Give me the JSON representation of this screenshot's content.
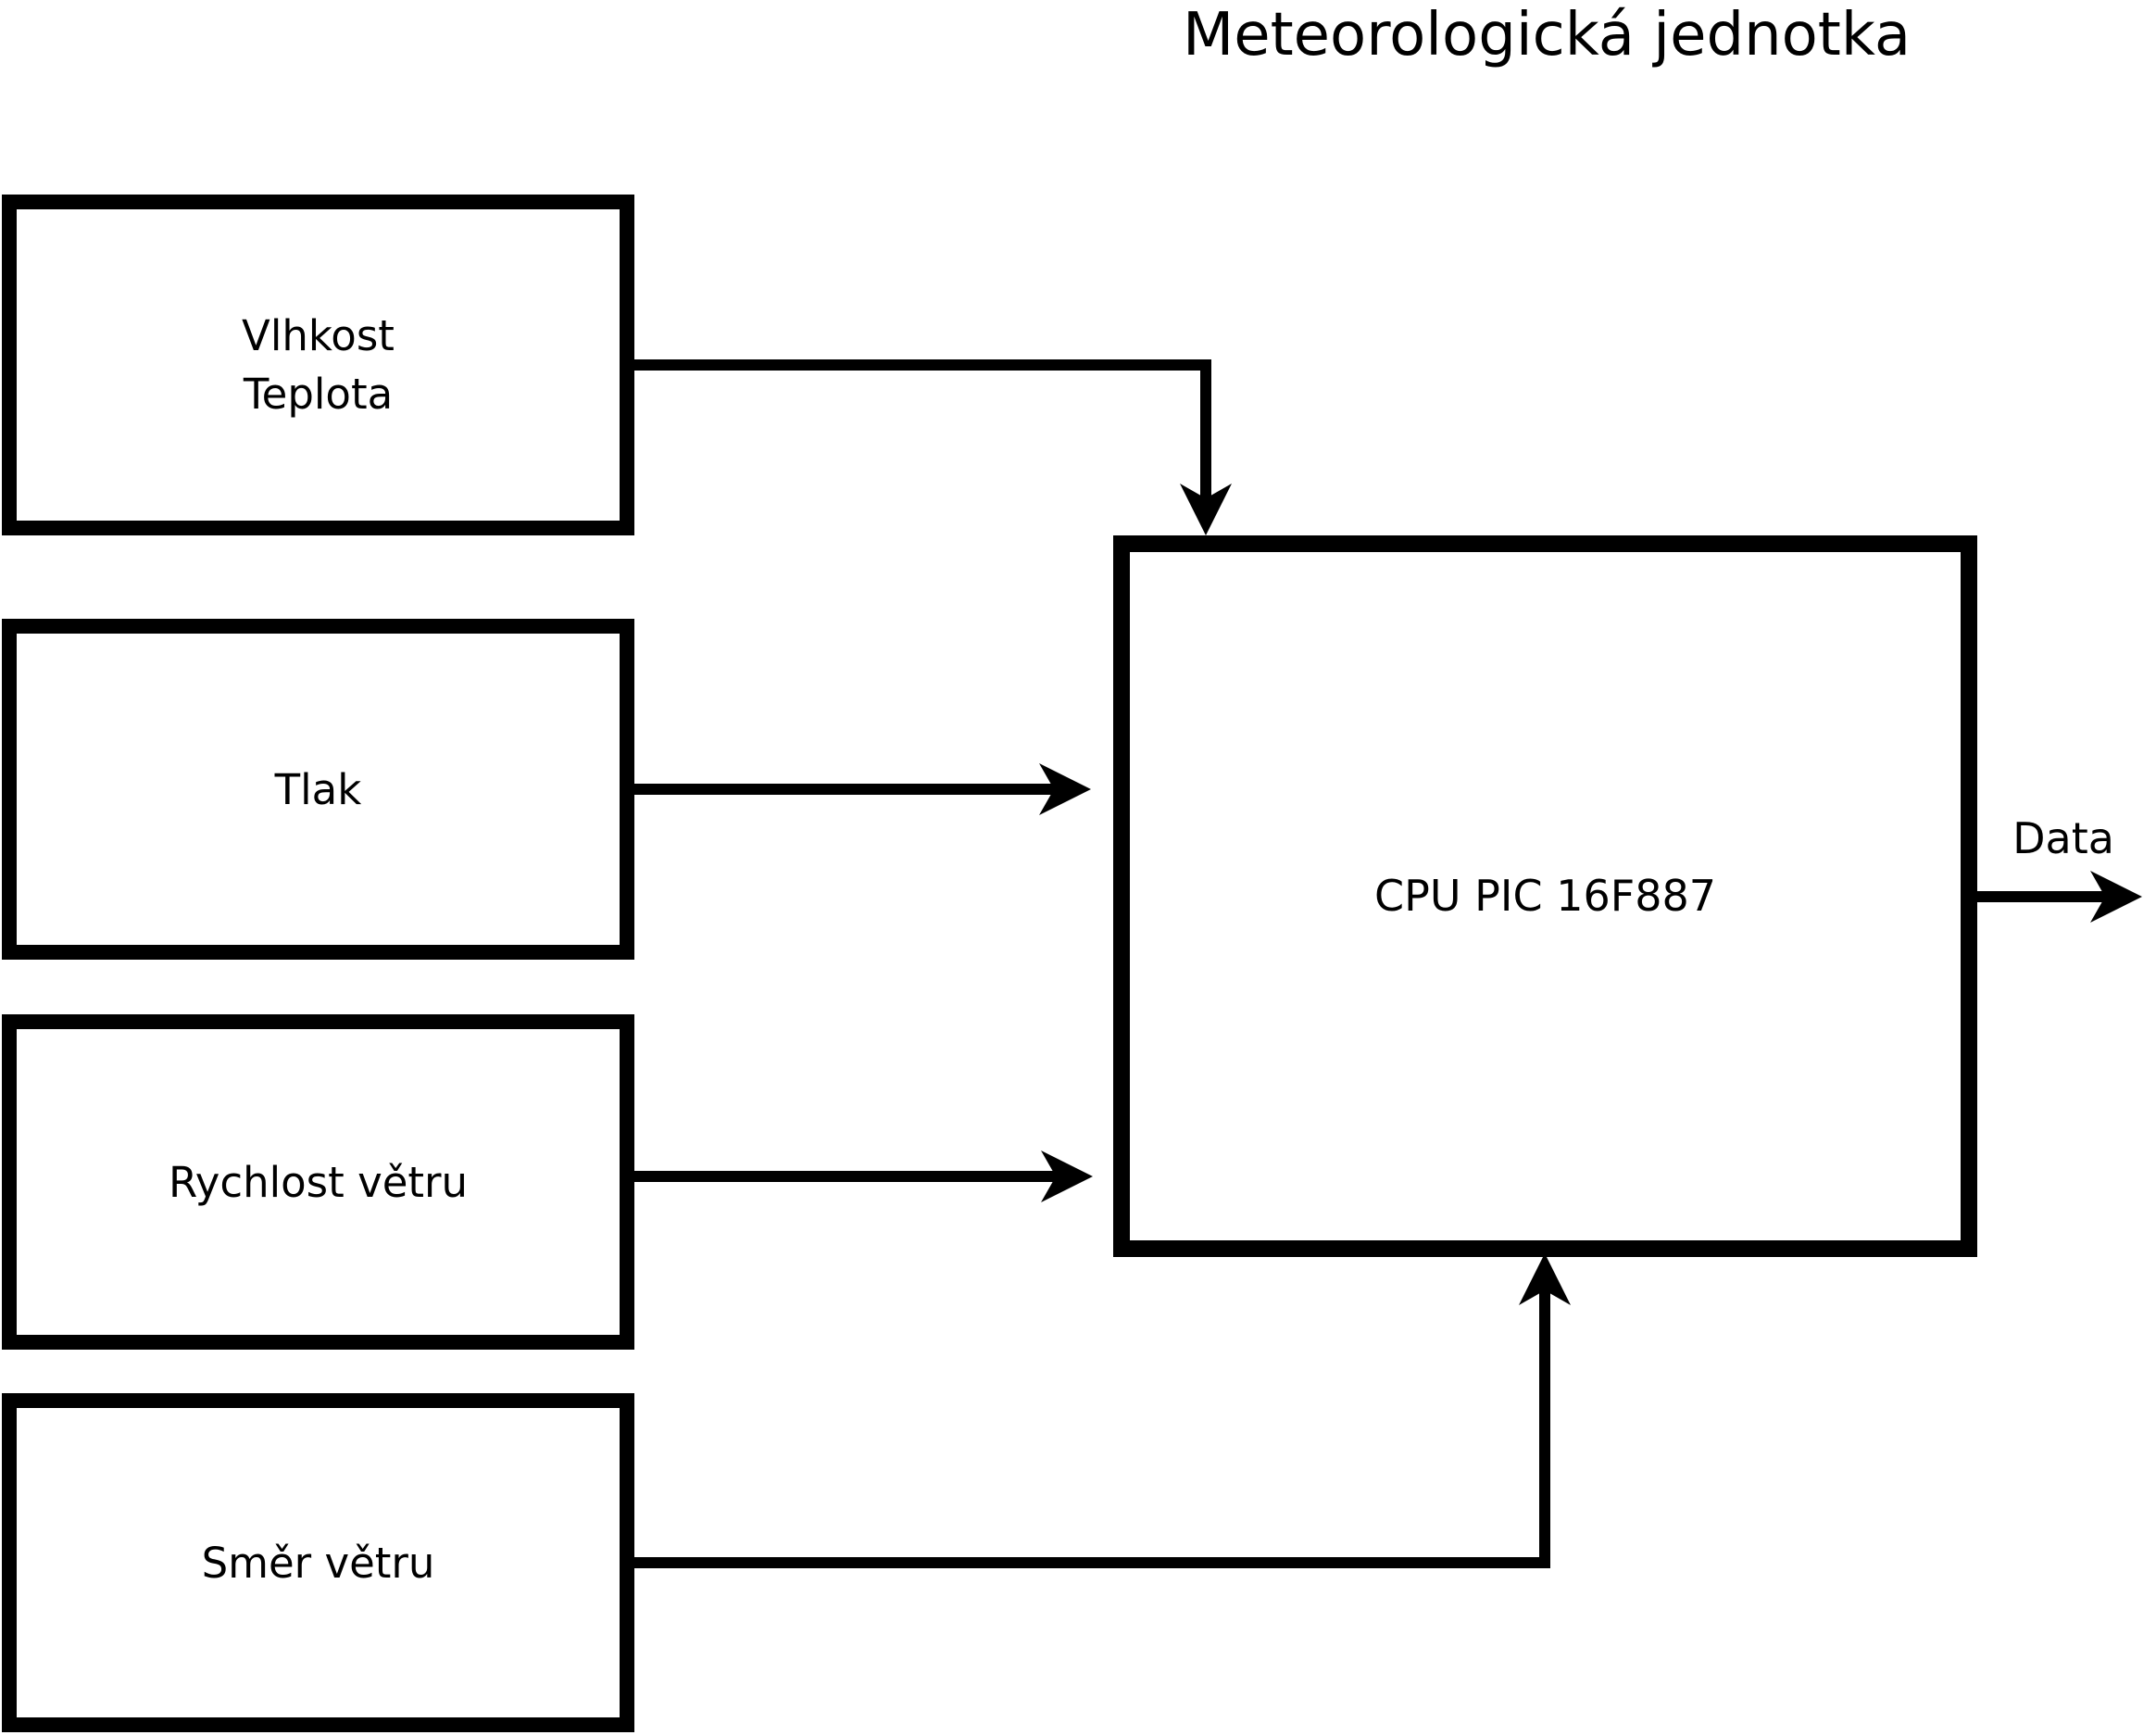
{
  "title": "Meteorologická jednotka",
  "colors": {
    "ink": "#000000",
    "paper": "#ffffff"
  },
  "blocks": {
    "sensors": [
      {
        "name": "humidity-temperature",
        "lines": [
          "Vlhkost",
          "Teplota"
        ]
      },
      {
        "name": "pressure",
        "lines": [
          "Tlak"
        ]
      },
      {
        "name": "wind-speed",
        "lines": [
          "Rychlost větru"
        ]
      },
      {
        "name": "wind-direction",
        "lines": [
          "Směr větru"
        ]
      }
    ],
    "cpu": {
      "label": "CPU PIC 16F887"
    },
    "output": {
      "label": "Data"
    }
  }
}
